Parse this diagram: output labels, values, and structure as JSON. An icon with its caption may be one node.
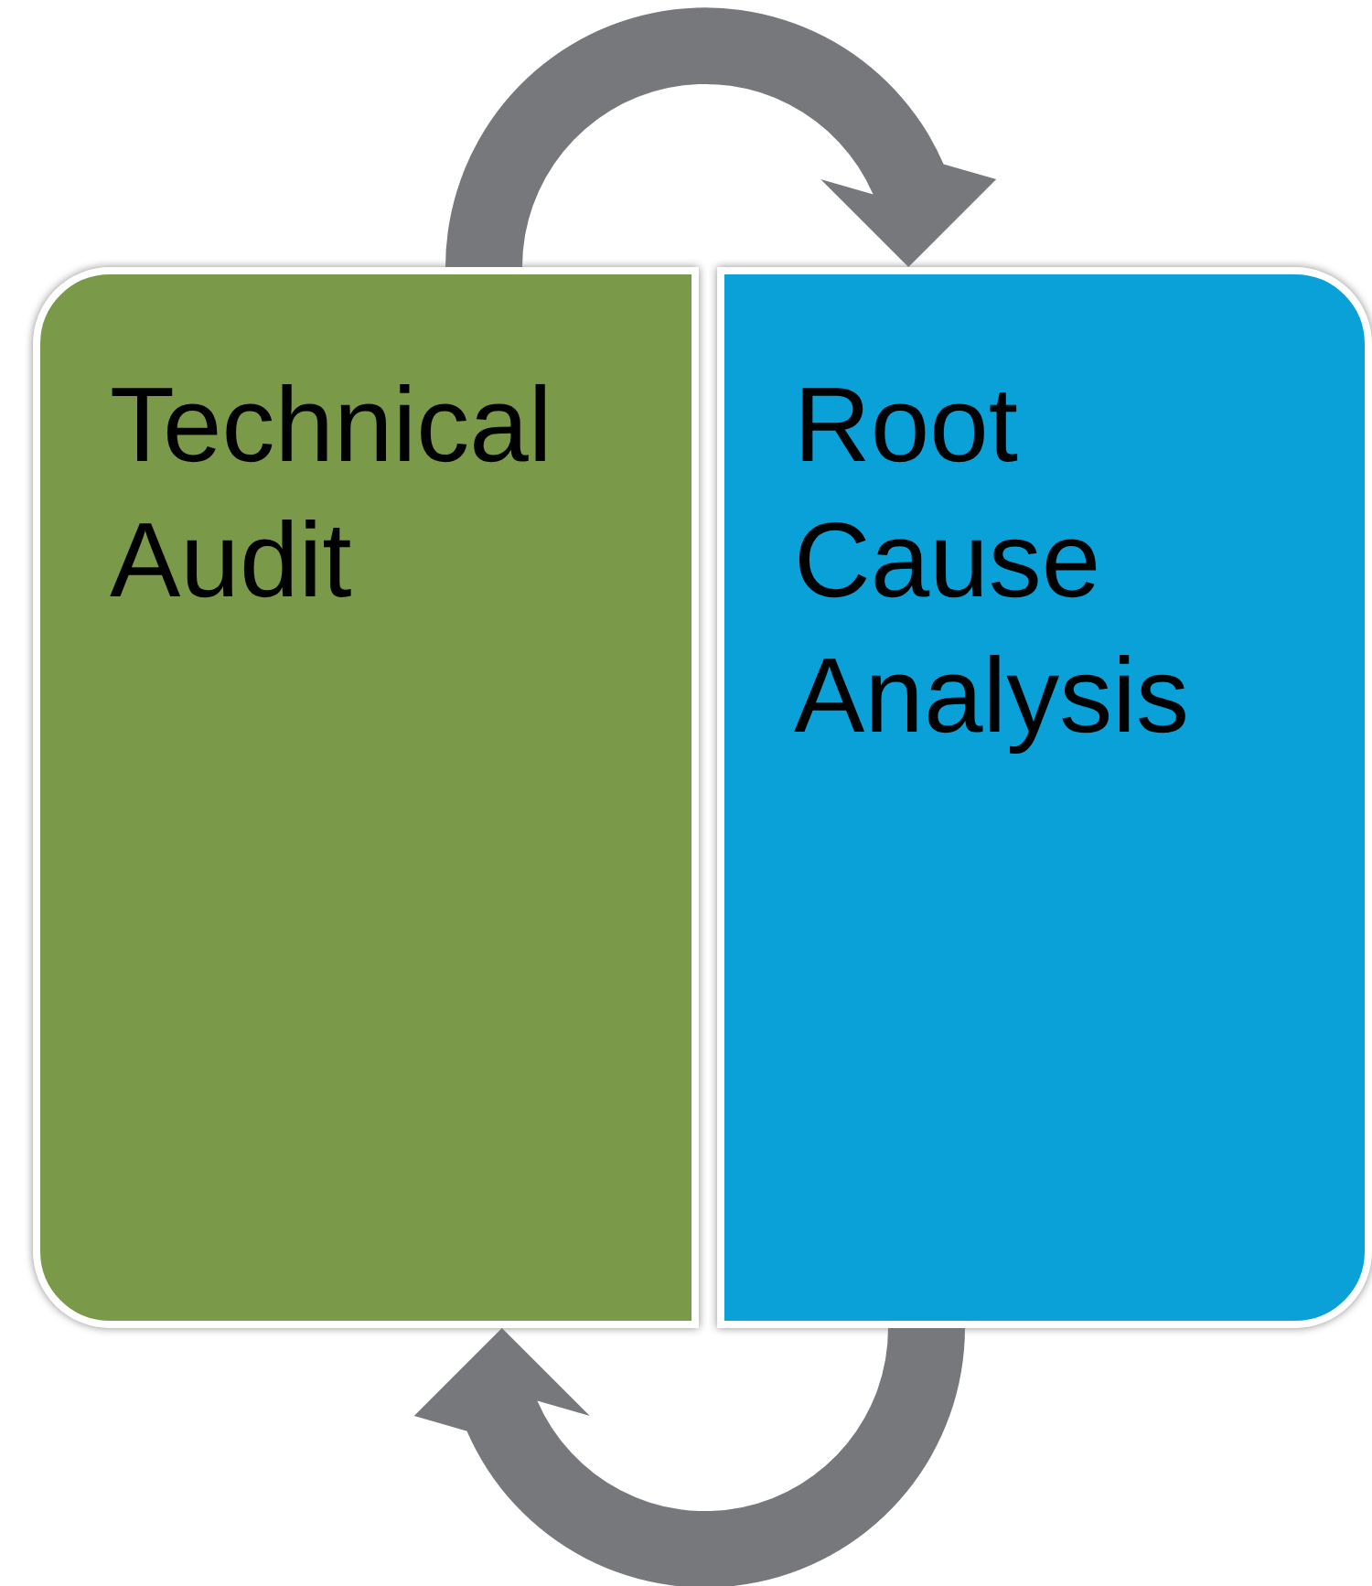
{
  "diagram": {
    "nodes": [
      {
        "text": [
          "Technical Audit"
        ]
      },
      {
        "text": [
          "Root Cause Analysis"
        ]
      }
    ],
    "edges": [
      {
        "from": 0,
        "to": 1,
        "arrow": "to"
      },
      {
        "from": 1,
        "to": 0,
        "arrow": "to"
      }
    ]
  }
}
